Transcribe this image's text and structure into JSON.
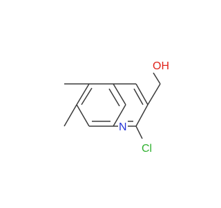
{
  "molecule": {
    "atoms": {
      "hydroxyl": {
        "label": "OH",
        "color": "#e0241b"
      },
      "nitrogen": {
        "label": "N",
        "color": "#2433d6"
      },
      "chlorine": {
        "label": "Cl",
        "color": "#2fb12f"
      }
    },
    "bond_color": "#3a3a3a"
  }
}
